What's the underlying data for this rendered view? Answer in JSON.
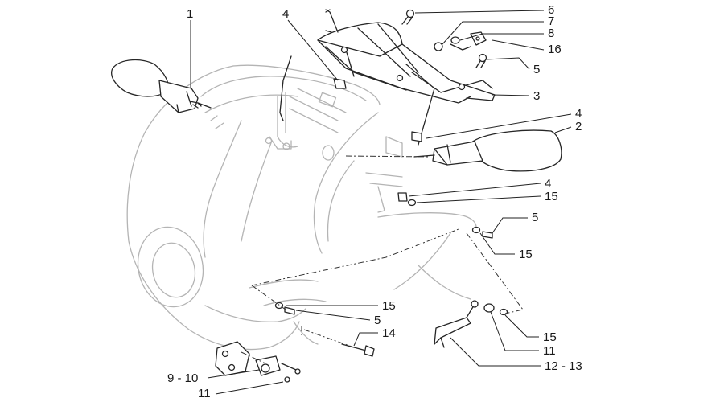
{
  "callouts": [
    {
      "id": "c1",
      "text": "1"
    },
    {
      "id": "c4a",
      "text": "4"
    },
    {
      "id": "c6",
      "text": "6"
    },
    {
      "id": "c7",
      "text": "7"
    },
    {
      "id": "c8",
      "text": "8"
    },
    {
      "id": "c16",
      "text": "16"
    },
    {
      "id": "c5a",
      "text": "5"
    },
    {
      "id": "c3",
      "text": "3"
    },
    {
      "id": "c4b",
      "text": "4"
    },
    {
      "id": "c2",
      "text": "2"
    },
    {
      "id": "c4c",
      "text": "4"
    },
    {
      "id": "c15a",
      "text": "15"
    },
    {
      "id": "c5b",
      "text": "5"
    },
    {
      "id": "c15b",
      "text": "15"
    },
    {
      "id": "c15c",
      "text": "15"
    },
    {
      "id": "c5c",
      "text": "5"
    },
    {
      "id": "c14",
      "text": "14"
    },
    {
      "id": "c15d",
      "text": "15"
    },
    {
      "id": "c11a",
      "text": "11"
    },
    {
      "id": "c1213",
      "text": "12 - 13"
    },
    {
      "id": "c910",
      "text": "9 - 10"
    },
    {
      "id": "c11b",
      "text": "11"
    }
  ]
}
